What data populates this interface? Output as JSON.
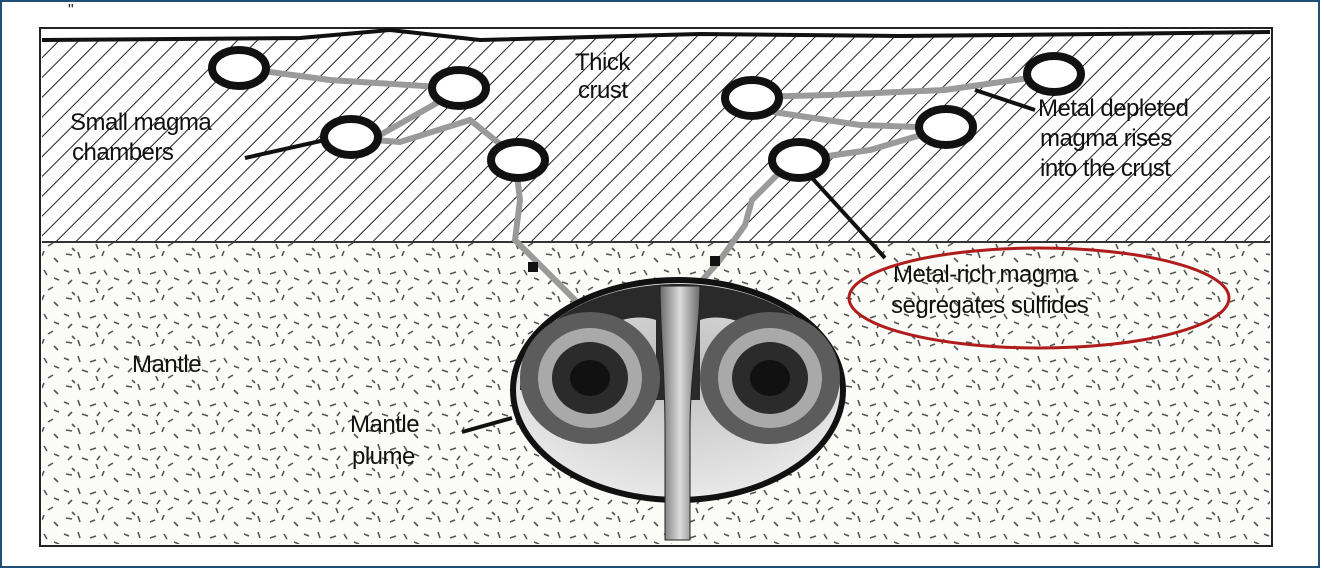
{
  "diagram": {
    "labels": {
      "thick_crust": [
        "Thick",
        "crust"
      ],
      "small_magma_chambers": [
        "Small magma",
        "chambers"
      ],
      "metal_depleted": [
        "Metal depleted",
        "magma rises",
        "into the crust"
      ],
      "metal_rich": [
        "Metal-rich magma",
        "segregates sulfides"
      ],
      "mantle": "Mantle",
      "mantle_plume": [
        "Mantle",
        "plume"
      ]
    },
    "highlight_color": "#b01c1c",
    "frame_color": "#1f4e79"
  }
}
